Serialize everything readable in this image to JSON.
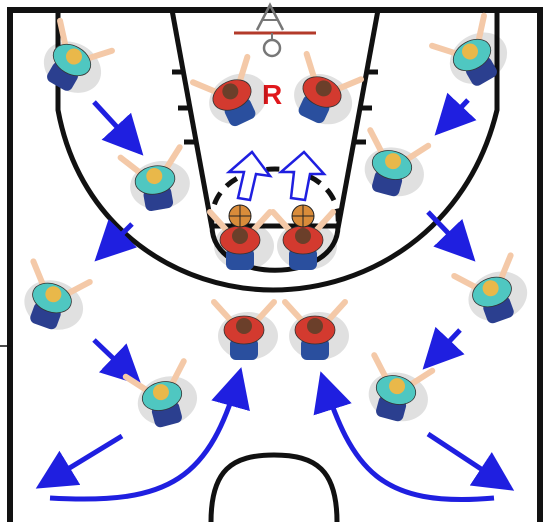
{
  "diagram": {
    "rebound_label": "R",
    "colors": {
      "court_line": "#111111",
      "court_bg": "#ffffff",
      "rim": "#b33a2a",
      "arrow": "#1f1fe0",
      "label": "#e0181c",
      "team_light_shirt": "#4fc7c1",
      "team_light_shorts": "#2b3f8f",
      "team_dark_shirt": "#d33a2f",
      "team_dark_shorts": "#2a4f9e",
      "skin": "#f4c9a8",
      "hair_blond": "#e9b84a",
      "hair_dark": "#6b3f2a",
      "ball": "#d98c3a"
    },
    "players": [
      {
        "team": "light",
        "spot": "left-corner-top"
      },
      {
        "team": "light",
        "spot": "left-wing-high"
      },
      {
        "team": "light",
        "spot": "left-wing-mid"
      },
      {
        "team": "light",
        "spot": "left-wing-low"
      },
      {
        "team": "light",
        "spot": "right-corner-top"
      },
      {
        "team": "light",
        "spot": "right-wing-high"
      },
      {
        "team": "light",
        "spot": "right-wing-mid"
      },
      {
        "team": "light",
        "spot": "right-wing-low"
      },
      {
        "team": "dark",
        "spot": "block-left"
      },
      {
        "team": "dark",
        "spot": "block-right"
      },
      {
        "team": "dark",
        "spot": "elbow-left-ball"
      },
      {
        "team": "dark",
        "spot": "elbow-right-ball"
      },
      {
        "team": "dark",
        "spot": "top-left"
      },
      {
        "team": "dark",
        "spot": "top-right"
      }
    ]
  }
}
